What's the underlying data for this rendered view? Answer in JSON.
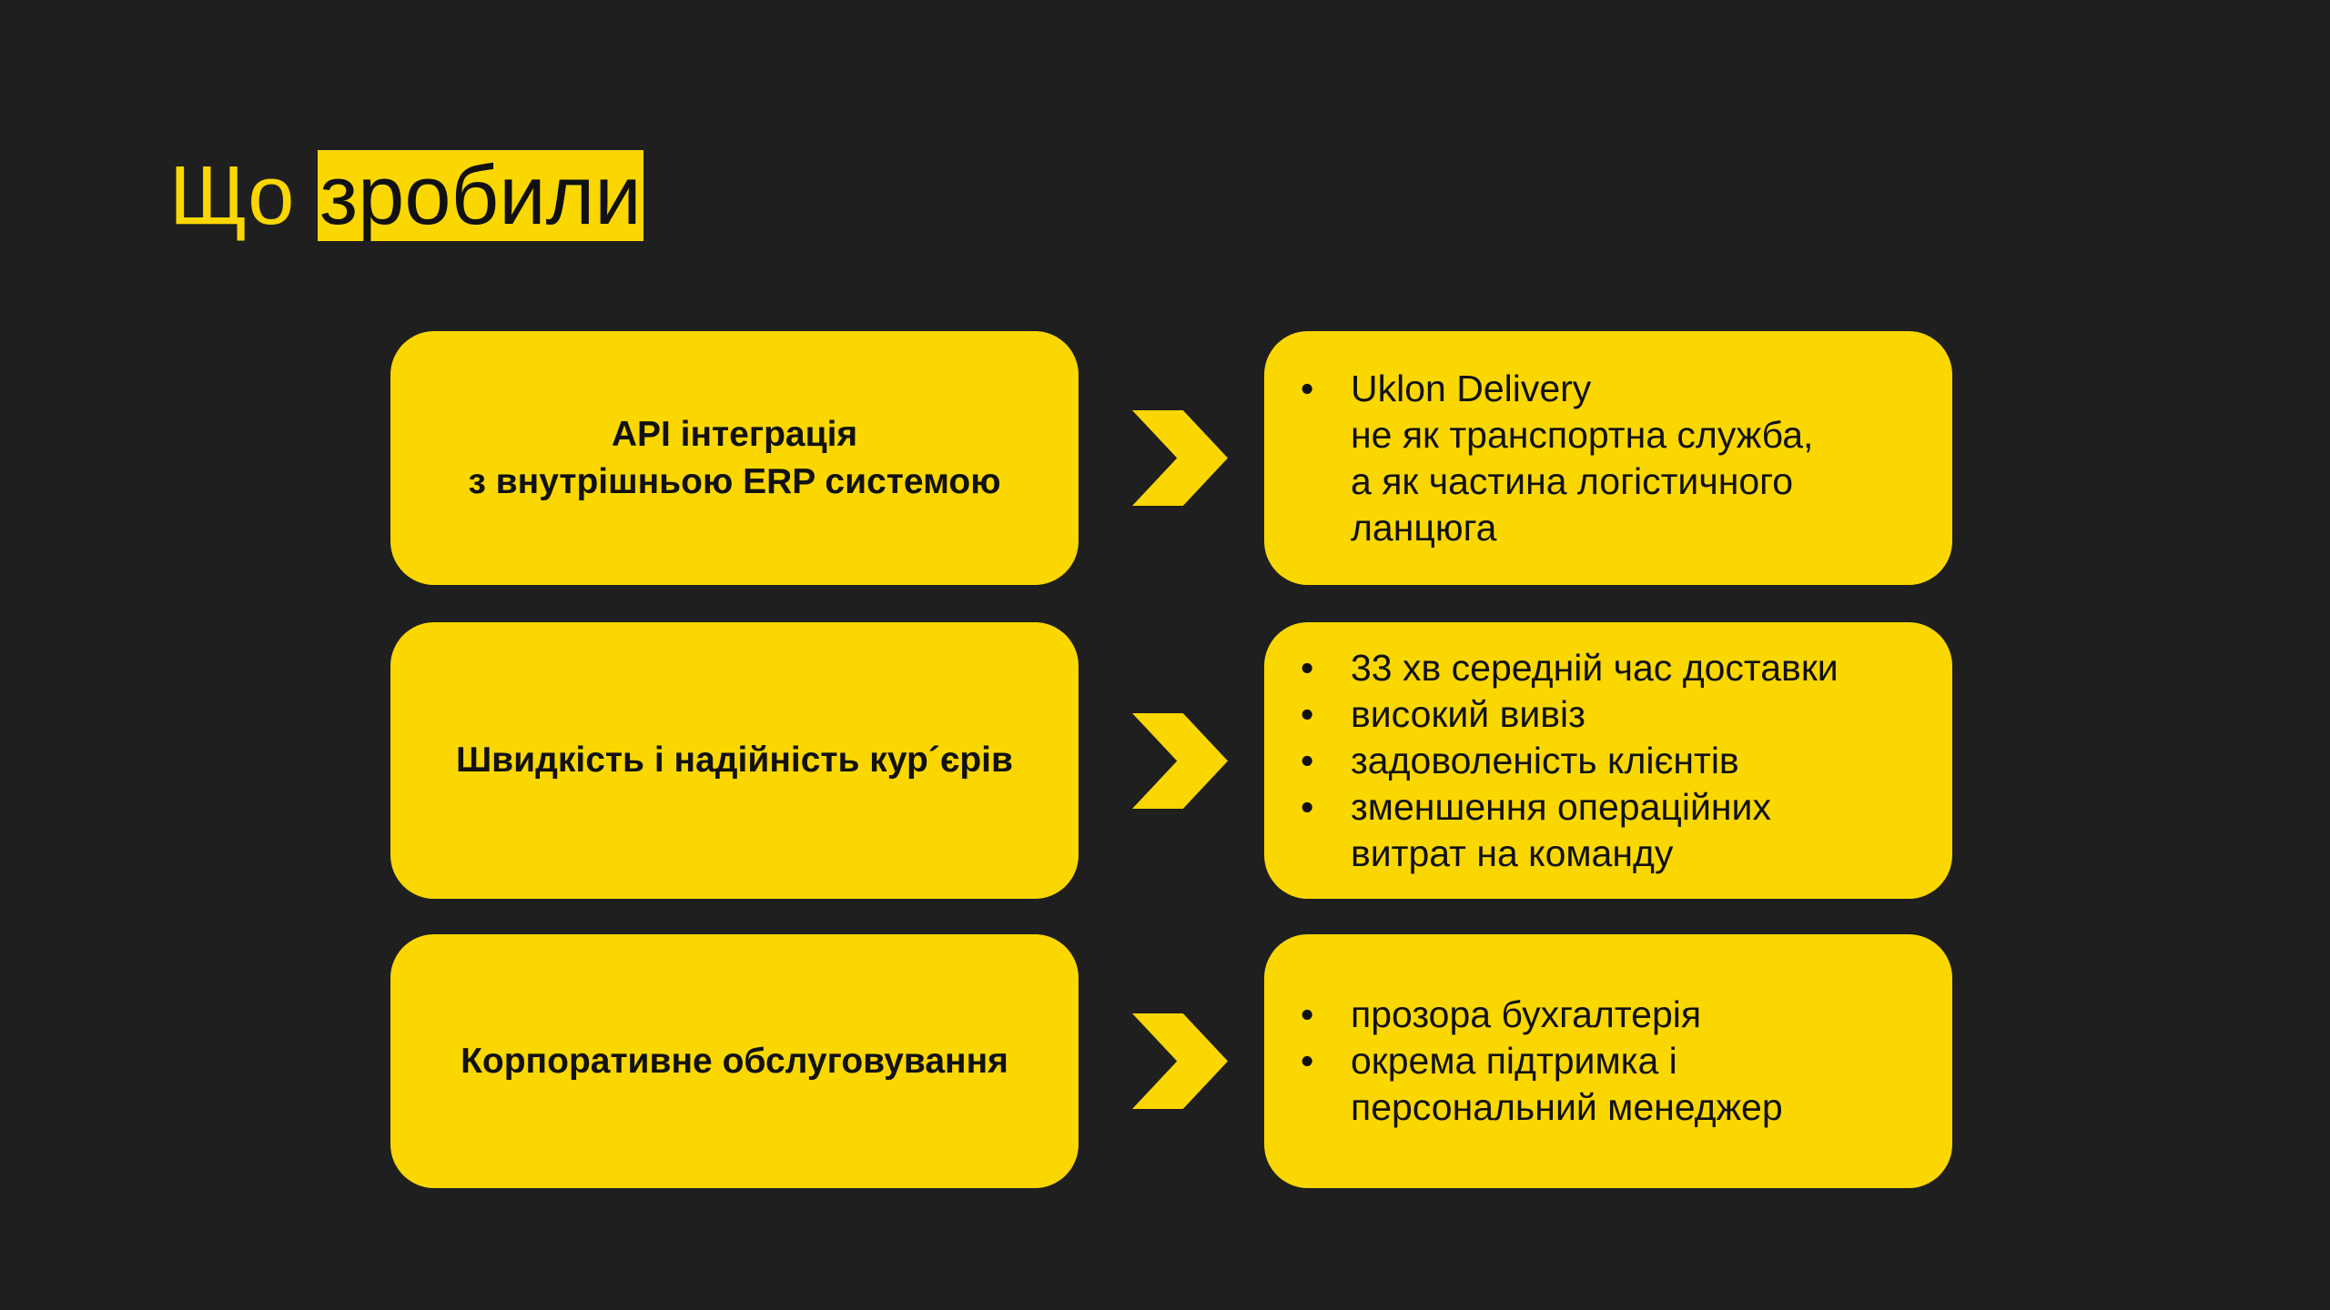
{
  "title": {
    "prefix": "Що",
    "highlight": "зробили"
  },
  "colors": {
    "background": "#1f1f1f",
    "accent": "#fad700",
    "text": "#111111"
  },
  "rows": [
    {
      "left_lines": [
        "API інтеграція",
        "з внутрішньою ERP системою"
      ],
      "right_items": [
        {
          "bullet": "•",
          "lines": [
            "Uklon Delivery",
            "не як транспортна служба,",
            "а як частина логістичного",
            "ланцюга"
          ]
        }
      ]
    },
    {
      "left_lines": [
        "Швидкість і надійність кур´єрів"
      ],
      "right_items": [
        {
          "bullet": "•",
          "lines": [
            "33 хв середній час доставки"
          ]
        },
        {
          "bullet": "•",
          "lines": [
            "високий вивіз"
          ]
        },
        {
          "bullet": "•",
          "lines": [
            "задоволеність клієнтів"
          ]
        },
        {
          "bullet": "•",
          "lines": [
            "зменшення операційних",
            "витрат на команду"
          ]
        }
      ]
    },
    {
      "left_lines": [
        "Корпоративне обслуговування"
      ],
      "right_items": [
        {
          "bullet": "•",
          "lines": [
            "прозора бухгалтерія"
          ]
        },
        {
          "bullet": "•",
          "lines": [
            "окрема підтримка і",
            "персональний менеджер"
          ]
        }
      ]
    }
  ],
  "arrow_icon": "chevron-right-icon"
}
